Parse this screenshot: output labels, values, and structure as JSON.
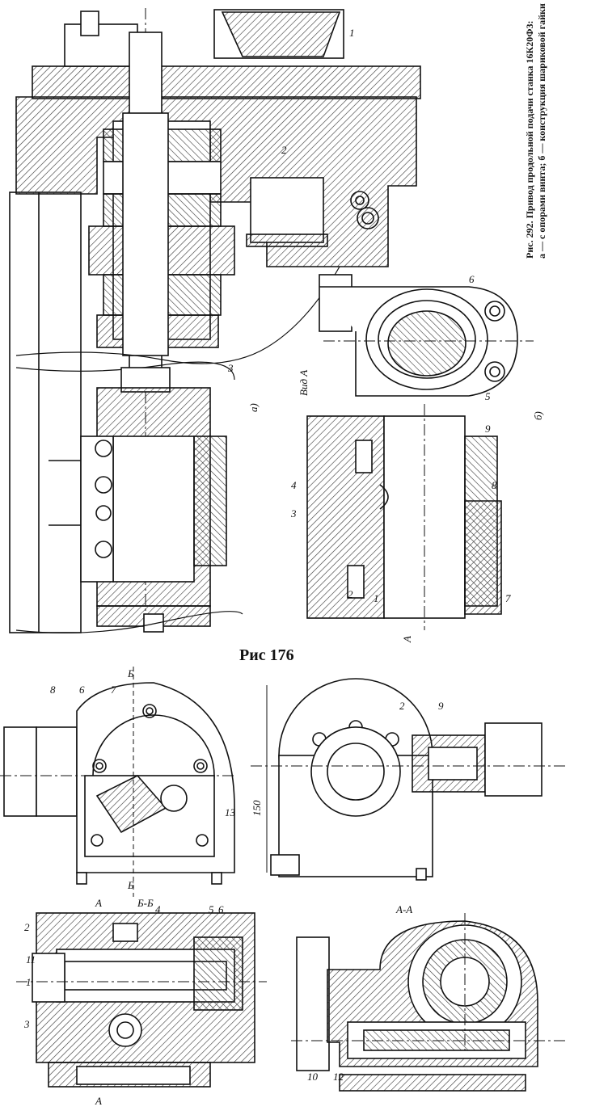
{
  "figure_top": {
    "caption_line1": "Рис. 292. Привод продольной подачи станка 16К20Ф3:",
    "caption_line2": "а — с опорами винта; б — конструкция шариковой гайки",
    "sub_a": "а)",
    "sub_b": "б)",
    "view_a": "Вид А",
    "section_arrow": "А",
    "labels_a": [
      "1",
      "2",
      "3"
    ],
    "labels_b": [
      "1",
      "2",
      "3",
      "4",
      "5",
      "6",
      "7",
      "8",
      "9"
    ]
  },
  "figure_bottom": {
    "title": "Рис 176",
    "section_bb": "Б-Б",
    "section_aa": "А-А",
    "mark_b": "Б",
    "mark_a": "А",
    "dimension": "150",
    "labels": [
      "1",
      "2",
      "3",
      "4",
      "5",
      "6",
      "7",
      "8",
      "9",
      "10",
      "11",
      "12",
      "13"
    ]
  },
  "colors": {
    "ink": "#111111",
    "paper": "#ffffff",
    "hatch": "#333333"
  }
}
